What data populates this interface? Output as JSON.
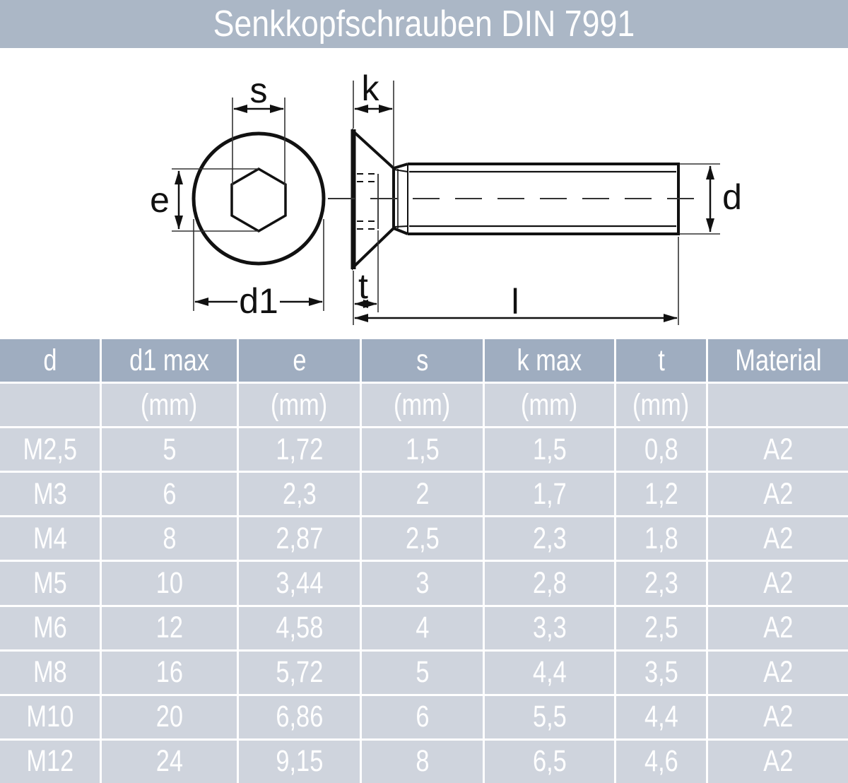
{
  "title_bar": {
    "title": "Senkkopfschrauben DIN 7991"
  },
  "diagram": {
    "labels": {
      "s": "s",
      "e": "e",
      "d1": "d1",
      "k": "k",
      "t": "t",
      "d": "d",
      "l": "l"
    }
  },
  "table": {
    "headers": [
      "d",
      "d1 max",
      "e",
      "s",
      "k max",
      "t",
      "Material"
    ],
    "unit_row": [
      "",
      "(mm)",
      "(mm)",
      "(mm)",
      "(mm)",
      "(mm)",
      ""
    ],
    "rows": [
      [
        "M2,5",
        "5",
        "1,72",
        "1,5",
        "1,5",
        "0,8",
        "A2"
      ],
      [
        "M3",
        "6",
        "2,3",
        "2",
        "1,7",
        "1,2",
        "A2"
      ],
      [
        "M4",
        "8",
        "2,87",
        "2,5",
        "2,3",
        "1,8",
        "A2"
      ],
      [
        "M5",
        "10",
        "3,44",
        "3",
        "2,8",
        "2,3",
        "A2"
      ],
      [
        "M6",
        "12",
        "4,58",
        "4",
        "3,3",
        "2,5",
        "A2"
      ],
      [
        "M8",
        "16",
        "5,72",
        "5",
        "4,4",
        "3,5",
        "A2"
      ],
      [
        "M10",
        "20",
        "6,86",
        "6",
        "5,5",
        "4,4",
        "A2"
      ],
      [
        "M12",
        "24",
        "9,15",
        "8",
        "6,5",
        "4,6",
        "A2"
      ]
    ]
  },
  "colors": {
    "title_bar_bg": "#abb7c6",
    "table_header_bg": "#9fadc0",
    "table_row_bg": "#cfd4dd",
    "table_text": "#ffffff",
    "drawing_line": "#111111"
  }
}
